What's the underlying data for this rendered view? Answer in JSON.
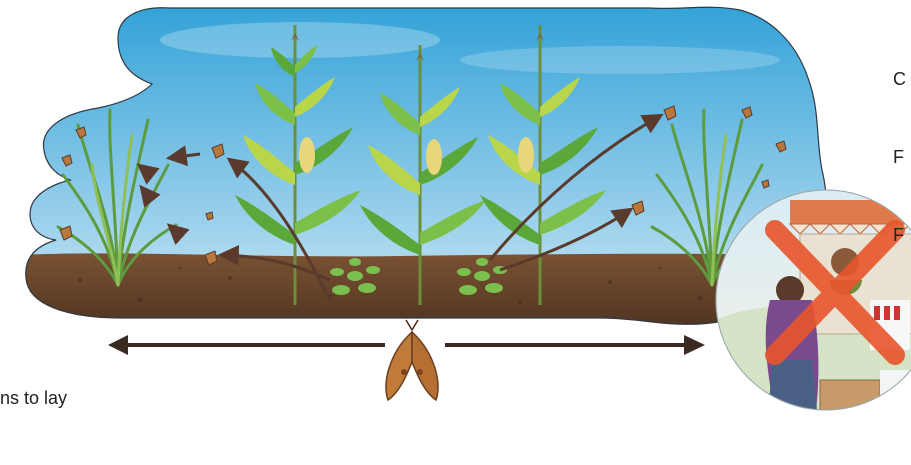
{
  "captions": {
    "left": "ns to lay",
    "right_lines": [
      "C",
      "F",
      "F"
    ]
  },
  "icons": {
    "main_plants": "maize-plant-icon",
    "border_plants": "napier-grass-icon",
    "intercrop": "desmodium-plant-icon",
    "insects": "moth-icon",
    "market": "pesticide-shop-icon",
    "prohibition": "red-cross-icon"
  },
  "colors": {
    "sky_top": "#3aa9dc",
    "sky_bottom": "#cde9f6",
    "soil": "#6e4a2c",
    "maize_leaf": "#5aa83a",
    "maize_leaf_light": "#b9d64a",
    "grass": "#6fae4a",
    "moth": "#b9773a",
    "arrow": "#5a3a2c",
    "cross": "#e8552c"
  }
}
